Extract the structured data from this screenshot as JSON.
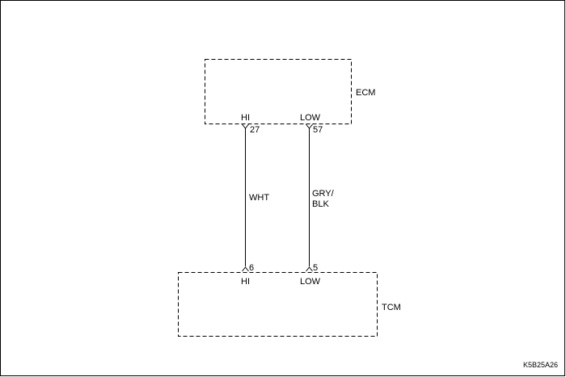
{
  "diagram": {
    "modules": [
      {
        "id": "ecm",
        "name": "ECM"
      },
      {
        "id": "tcm",
        "name": "TCM"
      }
    ],
    "pins": {
      "ecm_hi": {
        "label": "HI",
        "number": "27"
      },
      "ecm_low": {
        "label": "LOW",
        "number": "57"
      },
      "tcm_hi": {
        "label": "HI",
        "number": "6"
      },
      "tcm_low": {
        "label": "LOW",
        "number": "5"
      }
    },
    "wires": [
      {
        "from": "ecm_hi",
        "to": "tcm_hi",
        "color_lines": [
          "WHT"
        ]
      },
      {
        "from": "ecm_low",
        "to": "tcm_low",
        "color_lines": [
          "GRY/",
          "BLK"
        ]
      }
    ],
    "figure_code": "K5B25A26"
  }
}
